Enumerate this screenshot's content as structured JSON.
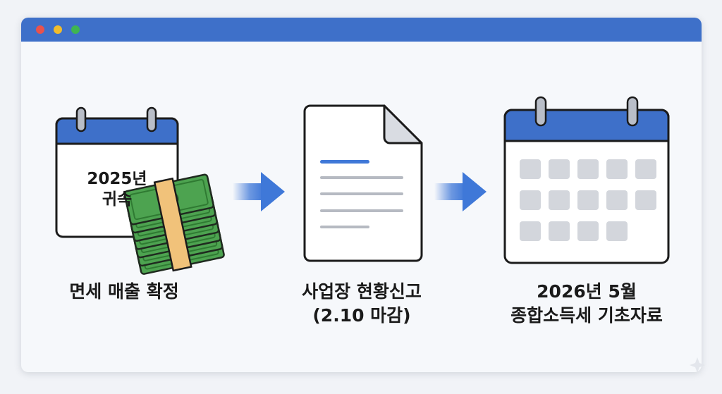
{
  "steps": [
    {
      "icon": "calendar-with-money-icon",
      "calendar_text_line1": "2025년",
      "calendar_text_line2": "귀속",
      "label_line1": "면세 매출 확정",
      "label_line2": ""
    },
    {
      "icon": "document-icon",
      "label_line1": "사업장 현황신고",
      "label_line2": "(2.10 마감)"
    },
    {
      "icon": "calendar-grid-icon",
      "label_line1": "2026년 5월",
      "label_line2": "종합소득세 기초자료"
    }
  ],
  "colors": {
    "titlebar": "#3e70c9",
    "calendar_header": "#3e70c9",
    "arrow": "#3f78d8",
    "money": "#3f9b45",
    "band": "#f1c27a"
  }
}
